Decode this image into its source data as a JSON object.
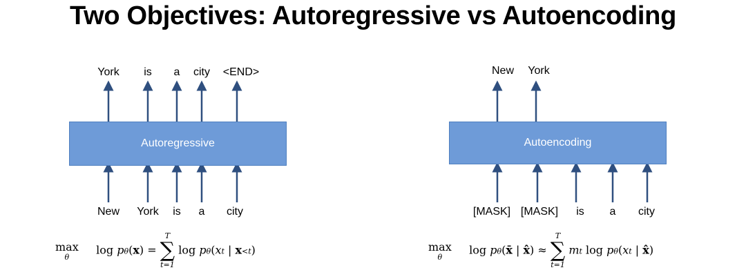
{
  "title": "Two Objectives: Autoregressive vs Autoencoding",
  "left": {
    "box_label": "Autoregressive",
    "outputs": [
      "York",
      "is",
      "a",
      "city",
      "<END>"
    ],
    "inputs": [
      "New",
      "York",
      "is",
      "a",
      "city"
    ]
  },
  "right": {
    "box_label": "Autoencoding",
    "outputs": [
      "New",
      "York"
    ],
    "inputs": [
      "[MASK]",
      "[MASK]",
      "is",
      "a",
      "city"
    ]
  },
  "formulas": {
    "left": "max_θ log p_θ(x) = Σ_{t=1}^{T} log p_θ(x_t | x_{<t})",
    "right": "max_θ log p_θ(x̄ | x̂) ≈ Σ_{t=1}^{T} m_t log p_θ(x_t | x̂)"
  },
  "colors": {
    "box_fill": "#6e9bd8",
    "arrow": "#2f4f7f"
  }
}
